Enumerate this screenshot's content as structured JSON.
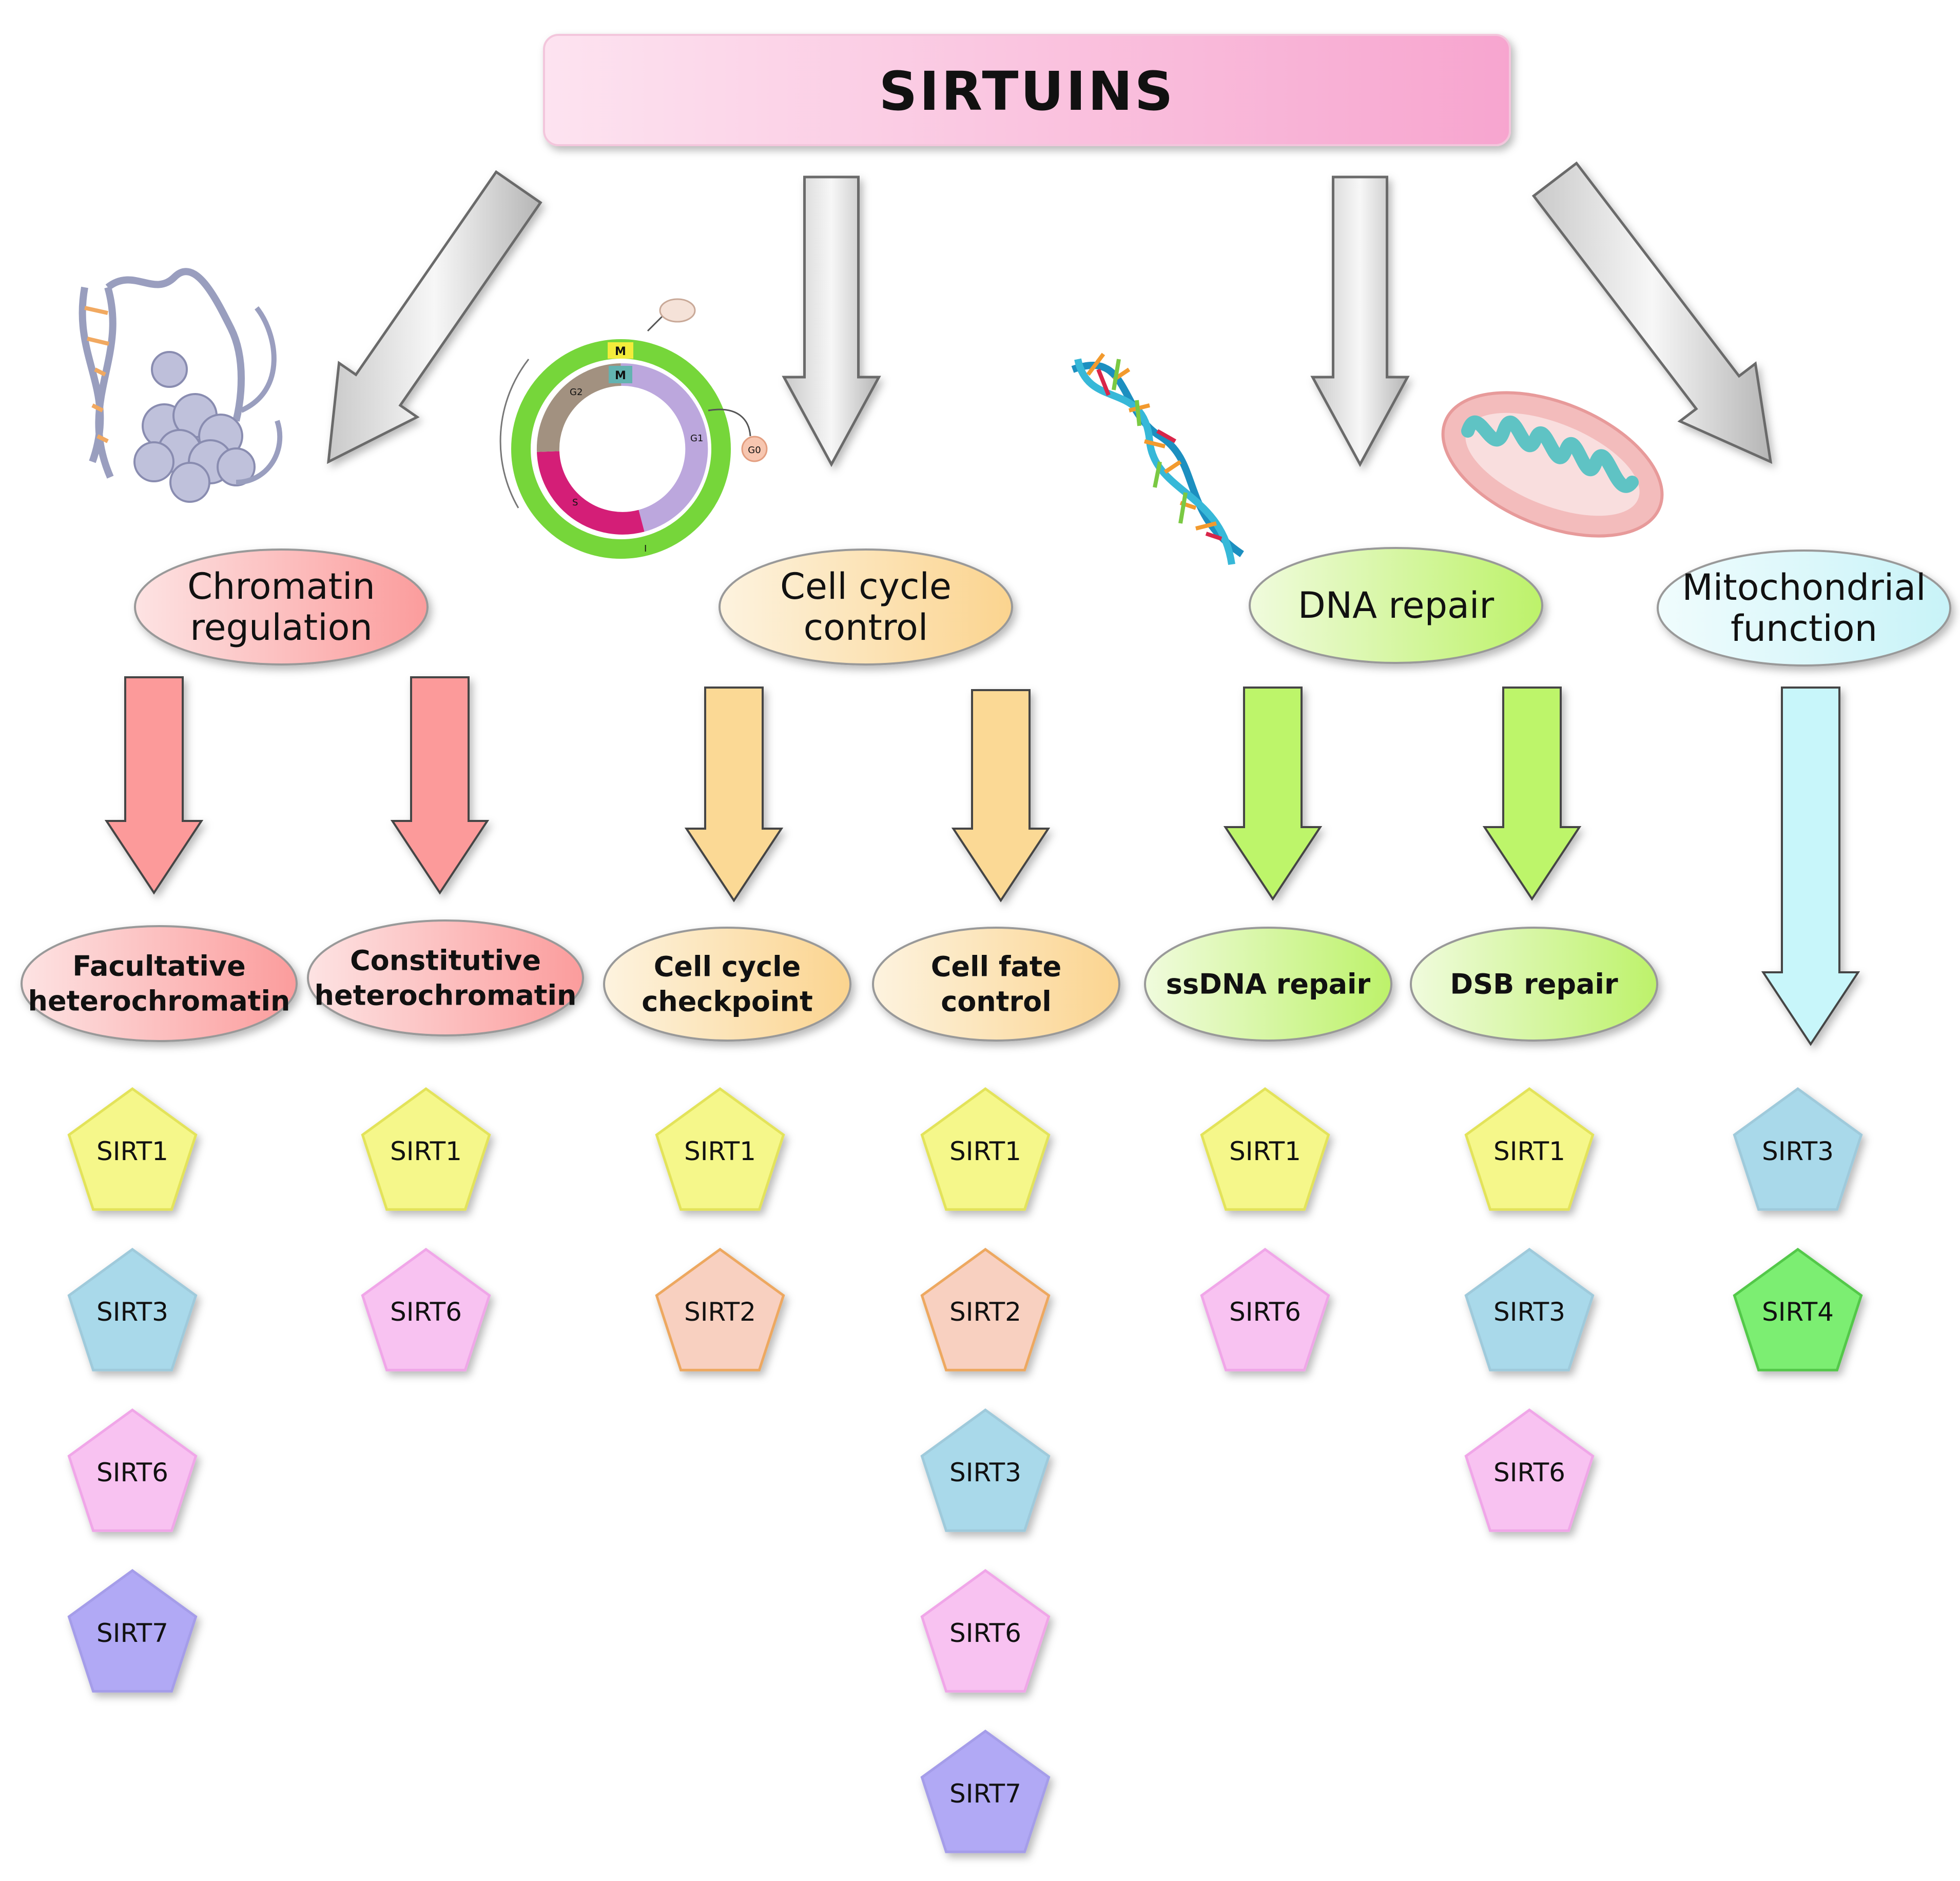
{
  "title": "SIRTUINS",
  "categories": [
    {
      "label_lines": [
        "Chromatin",
        "regulation"
      ],
      "color": "#fc9a9a",
      "fill_light": "#fde3e3"
    },
    {
      "label_lines": [
        "Cell cycle",
        "control"
      ],
      "color": "#fbd995",
      "fill_light": "#fdf3df"
    },
    {
      "label_lines": [
        "DNA repair"
      ],
      "color": "#bdf56a",
      "fill_light": "#eefbd9"
    },
    {
      "label_lines": [
        "Mitochondrial",
        "function"
      ],
      "color": "#c8f6fa",
      "fill_light": "#f0fcfd"
    }
  ],
  "subcategories": [
    {
      "label_lines": [
        "Facultative",
        "heterochromatin"
      ],
      "category": 0,
      "sirtuins": [
        "SIRT1",
        "SIRT3",
        "SIRT6",
        "SIRT7"
      ]
    },
    {
      "label_lines": [
        "Constitutive",
        "heterochromatin"
      ],
      "category": 0,
      "sirtuins": [
        "SIRT1",
        "SIRT6"
      ]
    },
    {
      "label_lines": [
        "Cell cycle",
        "checkpoint"
      ],
      "category": 1,
      "sirtuins": [
        "SIRT1",
        "SIRT2"
      ]
    },
    {
      "label_lines": [
        "Cell fate",
        "control"
      ],
      "category": 1,
      "sirtuins": [
        "SIRT1",
        "SIRT2",
        "SIRT3",
        "SIRT6",
        "SIRT7"
      ]
    },
    {
      "label_lines": [
        "ssDNA repair"
      ],
      "category": 2,
      "sirtuins": [
        "SIRT1",
        "SIRT6"
      ]
    },
    {
      "label_lines": [
        "DSB repair"
      ],
      "category": 2,
      "sirtuins": [
        "SIRT1",
        "SIRT3",
        "SIRT6"
      ]
    },
    {
      "label_lines": [],
      "category": 3,
      "sirtuins": [
        "SIRT3",
        "SIRT4"
      ]
    }
  ],
  "sirtuin_colors": {
    "SIRT1": {
      "fill": "#f5f78a",
      "stroke": "#e3e35a"
    },
    "SIRT2": {
      "fill": "#f8d0c0",
      "stroke": "#eda860"
    },
    "SIRT3": {
      "fill": "#a9d9ea",
      "stroke": "#9fcadb"
    },
    "SIRT4": {
      "fill": "#7cee72",
      "stroke": "#52c84a"
    },
    "SIRT6": {
      "fill": "#f8c2f1",
      "stroke": "#f0a6e8"
    },
    "SIRT7": {
      "fill": "#b1a9f5",
      "stroke": "#a59de9"
    }
  },
  "illustrations": [
    "chromatin-illustration",
    "cell-cycle-illustration",
    "dna-helix-illustration",
    "mitochondrion-illustration"
  ],
  "cell_cycle_labels": {
    "m_outer": "M",
    "m_inner": "M",
    "g2": "G2",
    "g1": "G1",
    "s": "S",
    "i": "I",
    "g0": "G0"
  }
}
